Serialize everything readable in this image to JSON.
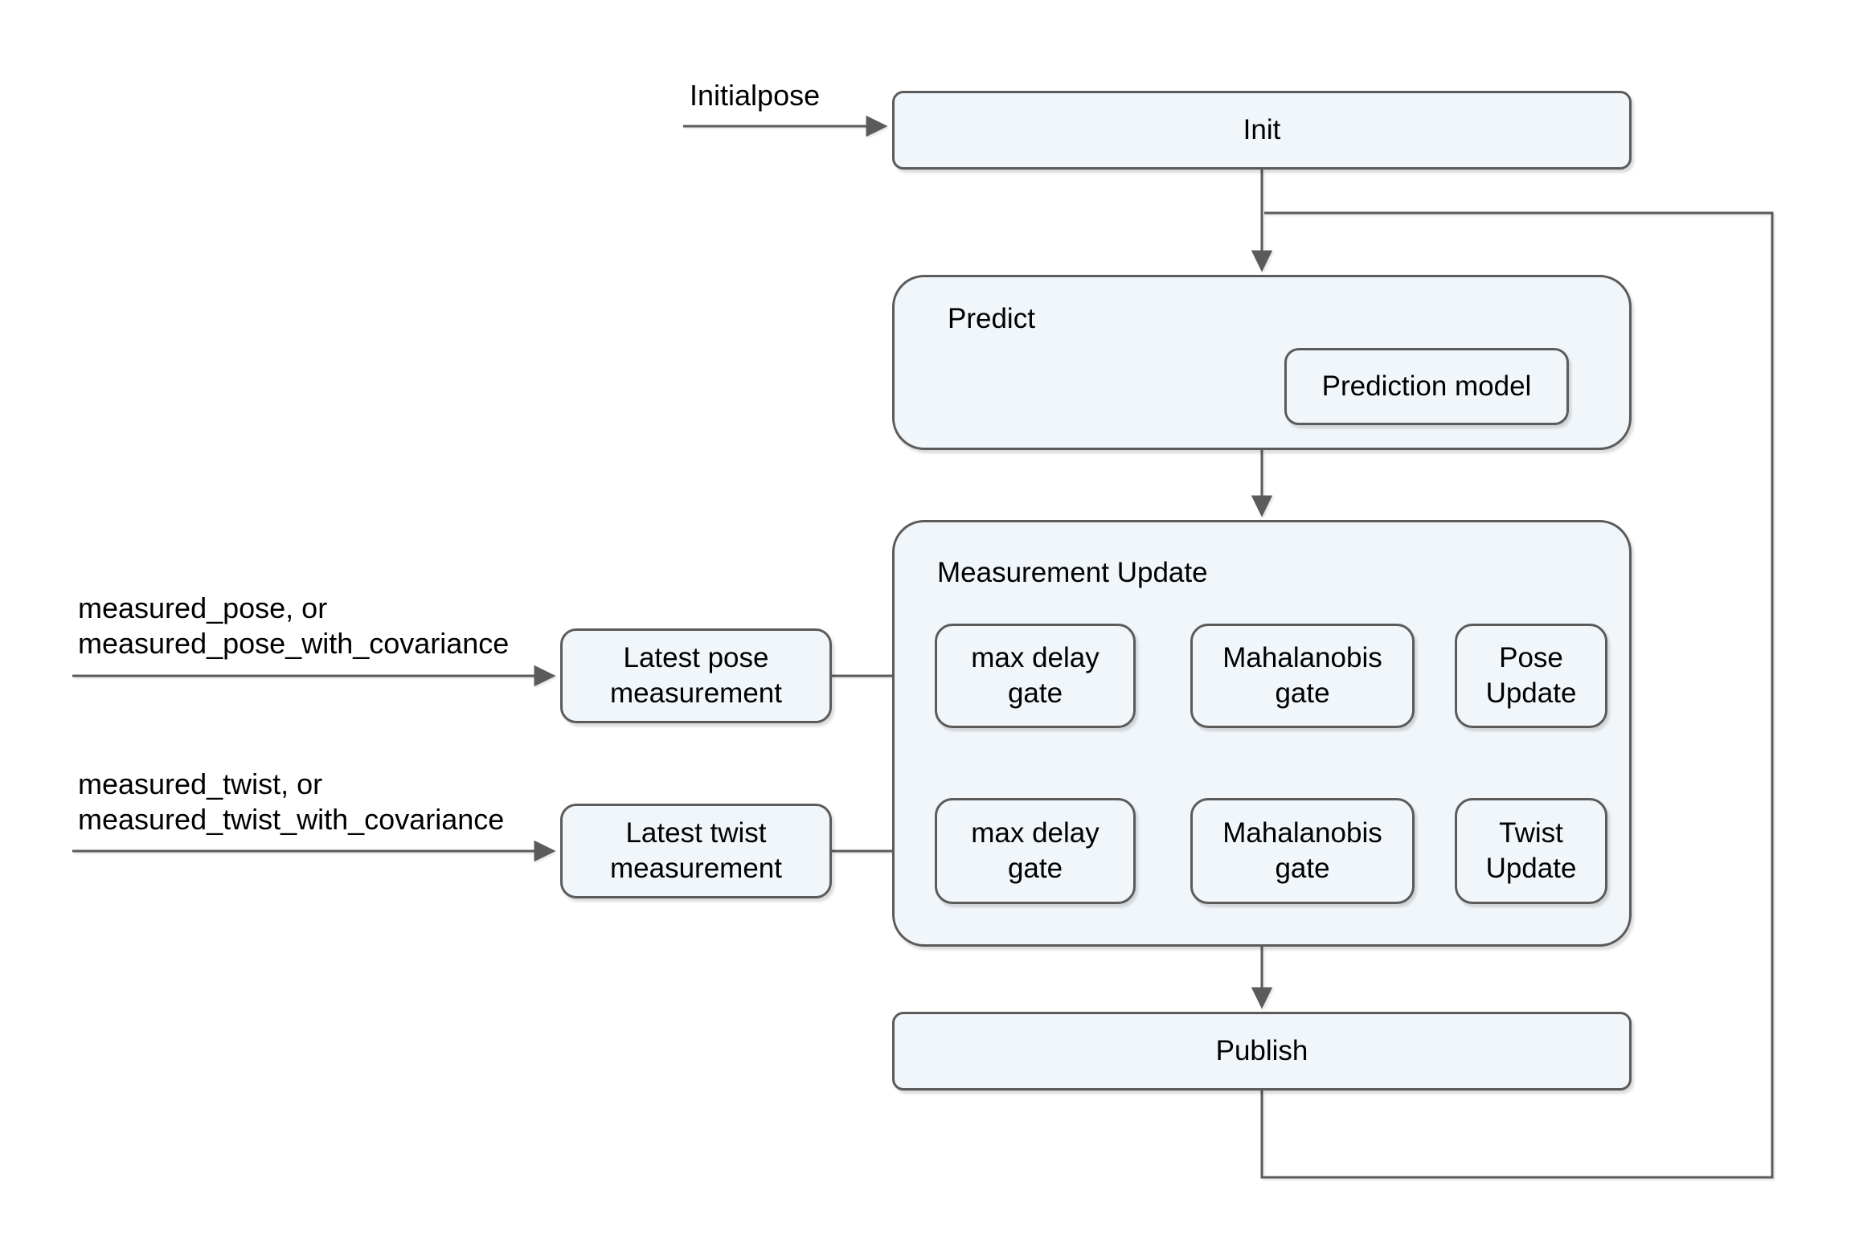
{
  "colors": {
    "background": "#ffffff",
    "node_fill": "#f1f6fa",
    "node_border": "#5b5b5b",
    "connector": "#5b5b5b",
    "text": "#000000"
  },
  "inputs": {
    "initialpose": "Initialpose",
    "measured_pose": "measured_pose, or\nmeasured_pose_with_covariance",
    "measured_twist": "measured_twist, or\nmeasured_twist_with_covariance"
  },
  "nodes": {
    "init": {
      "label": "Init"
    },
    "predict": {
      "label": "Predict"
    },
    "prediction_model": {
      "label": "Prediction model"
    },
    "measurement_update": {
      "label": "Measurement Update"
    },
    "latest_pose": {
      "label": "Latest pose\nmeasurement"
    },
    "latest_twist": {
      "label": "Latest twist\nmeasurement"
    },
    "pose_max_delay_gate": {
      "label": "max delay\ngate"
    },
    "pose_mahalanobis_gate": {
      "label": "Mahalanobis\ngate"
    },
    "pose_update": {
      "label": "Pose\nUpdate"
    },
    "twist_max_delay_gate": {
      "label": "max delay\ngate"
    },
    "twist_mahalanobis_gate": {
      "label": "Mahalanobis\ngate"
    },
    "twist_update": {
      "label": "Twist\nUpdate"
    }
  }
}
